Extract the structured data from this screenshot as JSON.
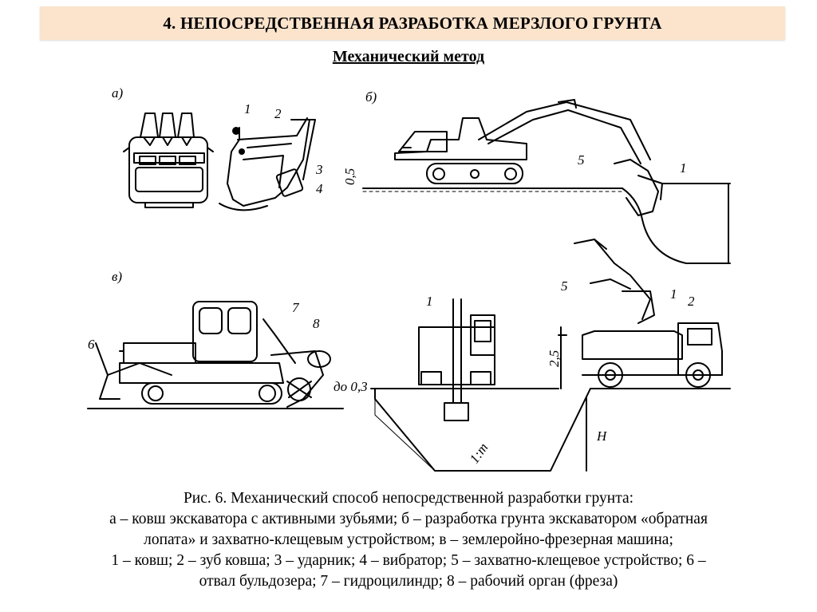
{
  "header": {
    "title": "4. НЕПОСРЕДСТВЕННАЯ РАЗРАБОТКА МЕРЗЛОГО ГРУНТА",
    "subtitle": "Механический метод"
  },
  "figure": {
    "panel_labels": {
      "a": "а)",
      "b": "б)",
      "v": "в)"
    },
    "callouts": {
      "a1": "1",
      "a2": "2",
      "a3": "3",
      "a4": "4",
      "b5": "5",
      "b1": "1",
      "v6": "6",
      "v7": "7",
      "v8": "8",
      "c1_left": "1",
      "c5": "5",
      "c1_right": "1",
      "c2": "2"
    },
    "dimensions": {
      "depth_b": "0,5",
      "depth_v": "до 0,3",
      "height_truck": "2,5",
      "pit_depth": "H",
      "slope": "1:m"
    }
  },
  "caption": {
    "line1": "Рис. 6. Механический способ непосредственной разработки грунта:",
    "line2": "а – ковш экскаватора с активными зубьями; б – разработка грунта экскаватором «обратная",
    "line3": "лопата» и захватно-клещевым устройством; в – землеройно-фрезерная машина;",
    "line4": "1 – ковш; 2 – зуб ковша; 3 – ударник; 4 – вибратор; 5 – захватно-клещевое устройство; 6 –",
    "line5": "отвал бульдозера; 7 – гидроцилиндр; 8 – рабочий орган (фреза)"
  }
}
